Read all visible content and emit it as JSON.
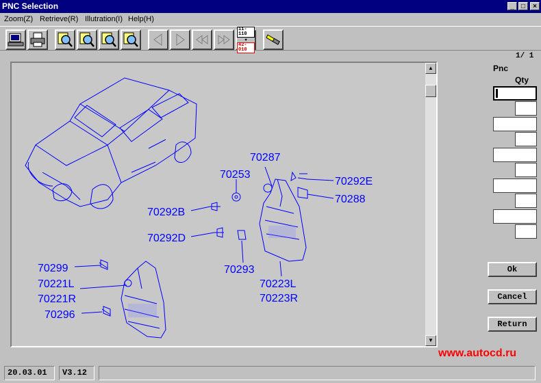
{
  "window": {
    "title": "PNC Selection",
    "minimize": "_",
    "maximize": "□",
    "close": "×"
  },
  "menu": [
    "Zoom(Z)",
    "Retrieve(R)",
    "Illutration(I)",
    "Help(H)"
  ],
  "toolbar": {
    "icons": [
      "print-preview-icon",
      "printer-icon",
      "zoom-in-icon",
      "zoom-out-icon",
      "zoom-fit-icon",
      "zoom-area-icon",
      "previous-page-icon",
      "next-page-icon",
      "first-page-icon",
      "last-page-icon",
      "number-range-icon",
      "flashlight-icon"
    ],
    "range_top": "11-110",
    "range_bottom": "42-010"
  },
  "pager": "1/ 1",
  "right_panel": {
    "pnc_label": "Pnc",
    "qty_label": "Qty"
  },
  "buttons": {
    "ok": "Ok",
    "cancel": "Cancel",
    "return": "Return"
  },
  "part_labels": [
    "70287",
    "70253",
    "70292E",
    "70288",
    "70292B",
    "70292D",
    "70293",
    "70299",
    "70221L",
    "70221R",
    "70296",
    "70223L",
    "70223R"
  ],
  "watermark": "www.autocd.ru",
  "status": {
    "date": "20.03.01",
    "version": "V3.12",
    "message": ""
  },
  "colors": {
    "title_bg": "#000080",
    "drawing_lines": "#0000ff",
    "drawing_bg": "#c8c8c8",
    "watermark": "#ff0000"
  }
}
